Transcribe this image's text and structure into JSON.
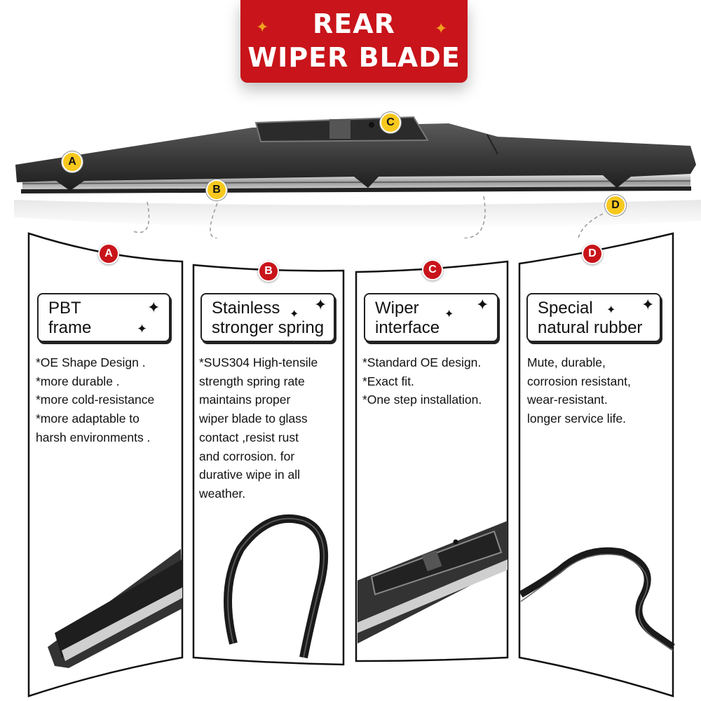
{
  "banner": {
    "line1": "REAR",
    "line2": "WIPER BLADE"
  },
  "colors": {
    "brand_red": "#c8141a",
    "marker_yellow": "#f7c81e",
    "spark_orange": "#f0a020"
  },
  "markers": {
    "a": "A",
    "b": "B",
    "c": "C",
    "d": "D"
  },
  "panels": [
    {
      "letter": "A",
      "title": [
        "PBT",
        "frame"
      ],
      "lines": [
        "*OE Shape Design .",
        "*more durable .",
        "*more cold-resistance",
        "*more adaptable to",
        "harsh environments ."
      ],
      "image_icon": "blade-end-closeup"
    },
    {
      "letter": "B",
      "title": [
        "Stainless",
        "stronger spring"
      ],
      "lines": [
        "*SUS304 High-tensile",
        "strength spring rate",
        "maintains proper",
        "wiper blade to glass",
        "contact ,resist rust",
        "and corrosion. for",
        "durative wipe in all",
        "weather."
      ],
      "image_icon": "spring-strip"
    },
    {
      "letter": "C",
      "title": [
        "Wiper",
        "interface"
      ],
      "lines": [
        "*Standard OE design.",
        "*Exact fit.",
        "*One step installation."
      ],
      "image_icon": "interface-closeup"
    },
    {
      "letter": "D",
      "title": [
        "Special",
        "natural rubber"
      ],
      "lines": [
        "Mute, durable,",
        "corrosion resistant,",
        "wear-resistant.",
        "longer service life."
      ],
      "image_icon": "rubber-strip"
    }
  ]
}
